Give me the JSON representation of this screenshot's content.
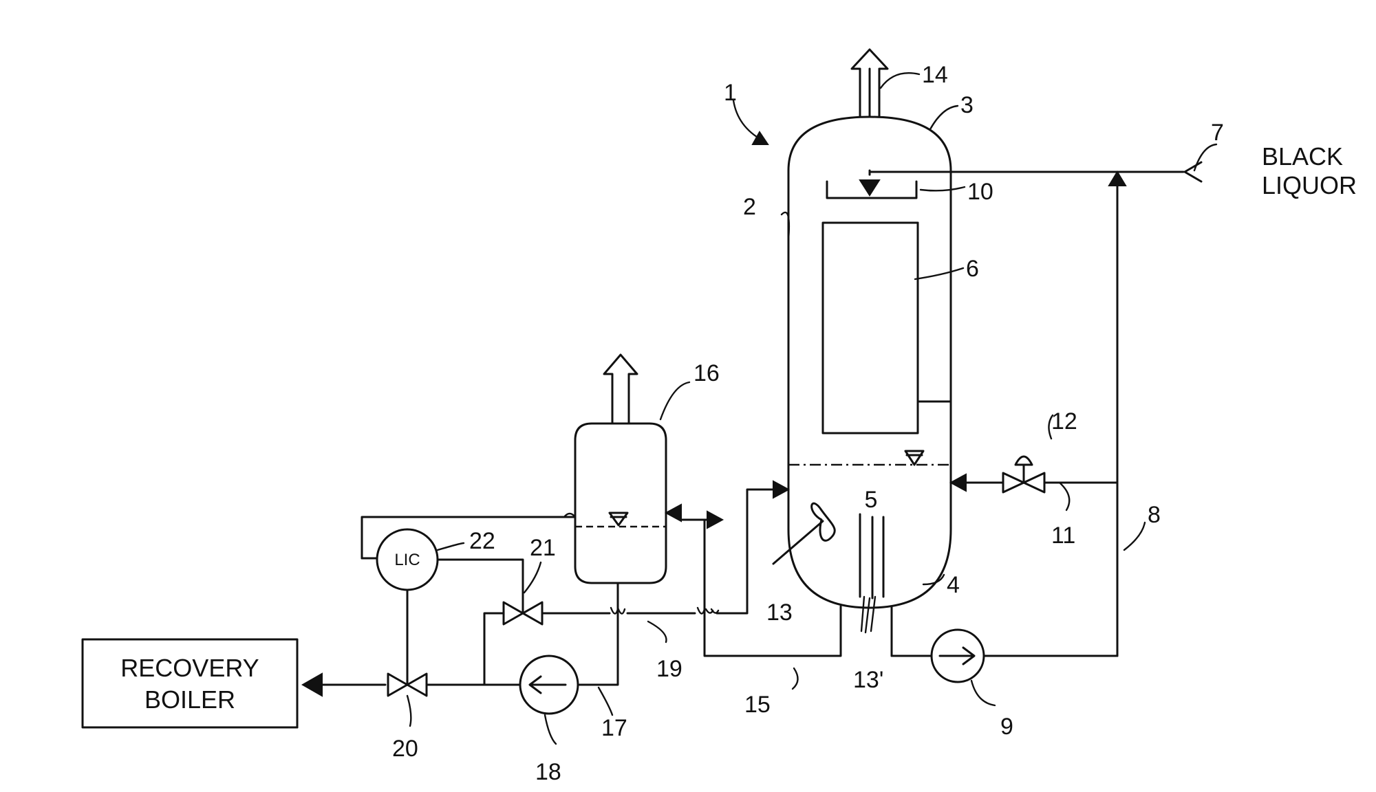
{
  "inlet_text": {
    "line1": "BLACK",
    "line2": "LIQUOR"
  },
  "boiler_text": {
    "line1": "RECOVERY",
    "line2": "BOILER"
  },
  "controller_text": "LIC",
  "refs": {
    "r1": "1",
    "r2": "2",
    "r3": "3",
    "r4": "4",
    "r5": "5",
    "r6": "6",
    "r7": "7",
    "r8": "8",
    "r9": "9",
    "r10": "10",
    "r11": "11",
    "r12": "12",
    "r13": "13",
    "r13p": "13'",
    "r14": "14",
    "r15": "15",
    "r16": "16",
    "r17": "17",
    "r18": "18",
    "r19": "19",
    "r20": "20",
    "r21": "21",
    "r22": "22"
  }
}
